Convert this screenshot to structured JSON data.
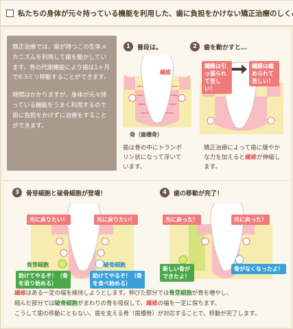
{
  "header": {
    "title": "私たちの身体が元々持っている機能を利用した、歯に負担をかけない矯正治療のしくみ。"
  },
  "intro": {
    "p1": "矯正治療では、歯が持つこの生体メカニズムを利用して歯を動かしています。骨の代謝機能により歯は1ヶ月で0.3ミリ移動することができます。",
    "p2": "時間はかかりますが、身体が元々持っている機能をうまく利用するので歯に負担をかけずに治療をすることができます。"
  },
  "step1": {
    "num": "1",
    "title": "普段は。",
    "label_fiber": "繊維",
    "label_bone": "骨（歯槽骨）",
    "caption": "歯は骨の中にトランポリン状になって浮いています。"
  },
  "step2": {
    "num": "2",
    "title": "歯を動かすと…",
    "tag_left": "繊維は引っ張られて苦しい！",
    "tag_right": "繊維は縮められて苦しい！",
    "caption_pre": "矯正治療によって歯に緩やかな力を加えると",
    "caption_em": "繊維",
    "caption_post": "が伸縮します。"
  },
  "step3": {
    "num": "3",
    "title": "骨芽細胞と破骨細胞が登場！",
    "tag_left": "元に戻りたい！",
    "tag_right": "元に戻りたい！",
    "label_osteoblast": "骨芽細胞",
    "label_osteoclast": "破骨細胞",
    "tag_help_green": "助けてやるぞ！（骨を造り始める）",
    "tag_help_blue": "助けてやるぞ！（骨を食べ始める）"
  },
  "step4": {
    "num": "4",
    "title": "歯の移動が完了！",
    "tag_left": "元に戻った！",
    "tag_right": "元に戻った！",
    "tag_green": "新しい骨ができたよ！",
    "tag_blue": "骨がなくなったよ！"
  },
  "bottom": {
    "l1_em": "繊維",
    "l1_post": "はある一定の幅を維持しようとします。伸びた部分では",
    "l1_em2": "骨芽細胞",
    "l1_post2": "が骨を増やし、",
    "l2_pre": "縮んだ部分では",
    "l2_em": "破骨細胞",
    "l2_mid": "がまわりの骨を吸収して、",
    "l2_em2": "繊維",
    "l2_post": "の幅を一定に保ちます。",
    "l3": "こうして歯の移動にともない、歯を支える骨（歯槽骨）が対応することで、移動が完了します。"
  },
  "colors": {
    "gum_pink": "#f7b8c4",
    "bone_yellow": "#f7ecb0",
    "fiber_red": "#e45a5a",
    "green": "#4aa84a",
    "blue": "#3aa0d8",
    "brown": "#6b5546"
  }
}
